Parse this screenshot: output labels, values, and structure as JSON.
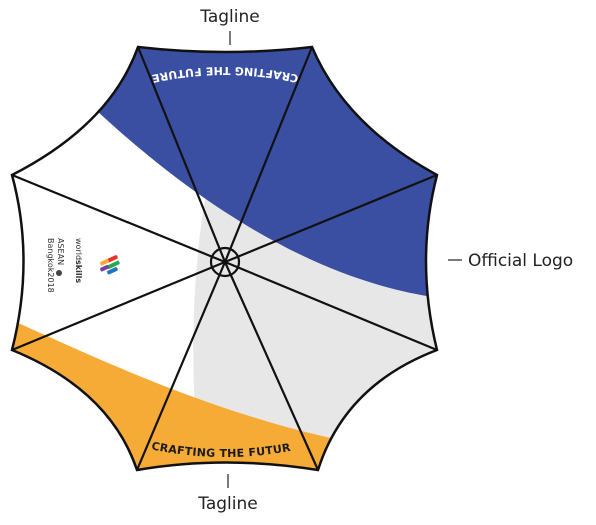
{
  "callouts": {
    "top": "Tagline",
    "bottom": "Tagline",
    "right": "Official Logo"
  },
  "panels": {
    "top_tagline": "CRAFTING THE FUTURE",
    "bottom_tagline": "CRAFTING THE FUTURE"
  },
  "logo": {
    "line1_prefix": "world",
    "line1_suffix": "skills",
    "line2": "ASEAN",
    "line3": "Bangkok2018"
  },
  "colors": {
    "blue": "#3a4fa1",
    "orange": "#f6ab36",
    "light_gray": "#e7e7e7",
    "white": "#ffffff",
    "outline": "#111111"
  }
}
